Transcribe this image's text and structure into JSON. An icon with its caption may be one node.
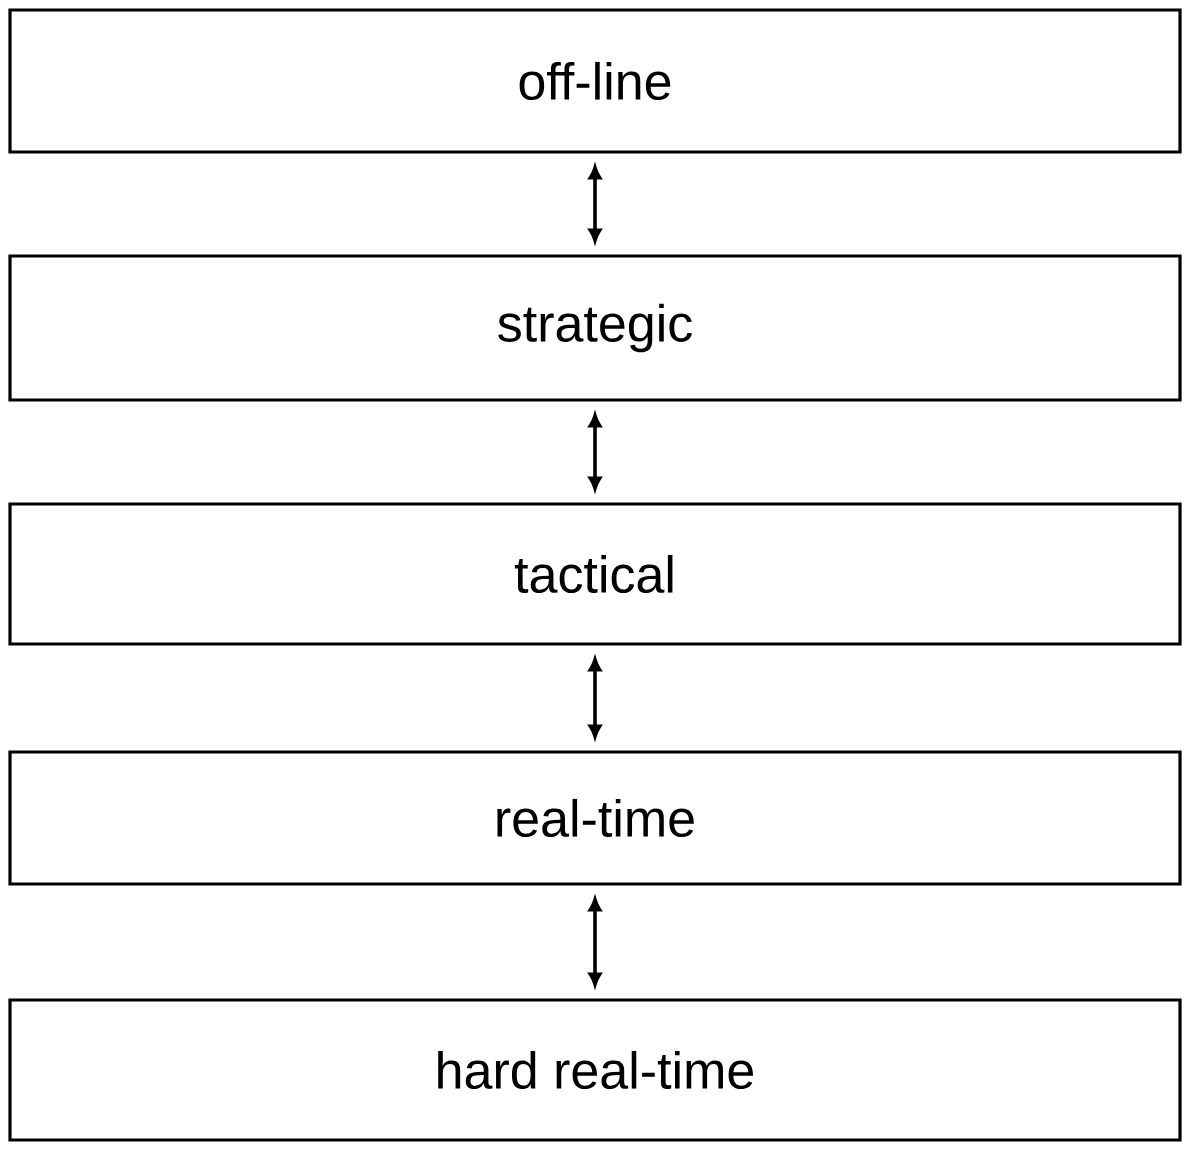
{
  "diagram": {
    "nodes": [
      {
        "text": [
          "off-line"
        ]
      },
      {
        "text": [
          "strategic"
        ]
      },
      {
        "text": [
          "tactical"
        ]
      },
      {
        "text": [
          "real-time"
        ]
      },
      {
        "text": [
          "hard real-time"
        ]
      }
    ],
    "edges": [
      {
        "from": 0,
        "to": 1,
        "arrow": "both"
      },
      {
        "from": 1,
        "to": 2,
        "arrow": "both"
      },
      {
        "from": 2,
        "to": 3,
        "arrow": "both"
      },
      {
        "from": 3,
        "to": 4,
        "arrow": "both"
      }
    ]
  }
}
